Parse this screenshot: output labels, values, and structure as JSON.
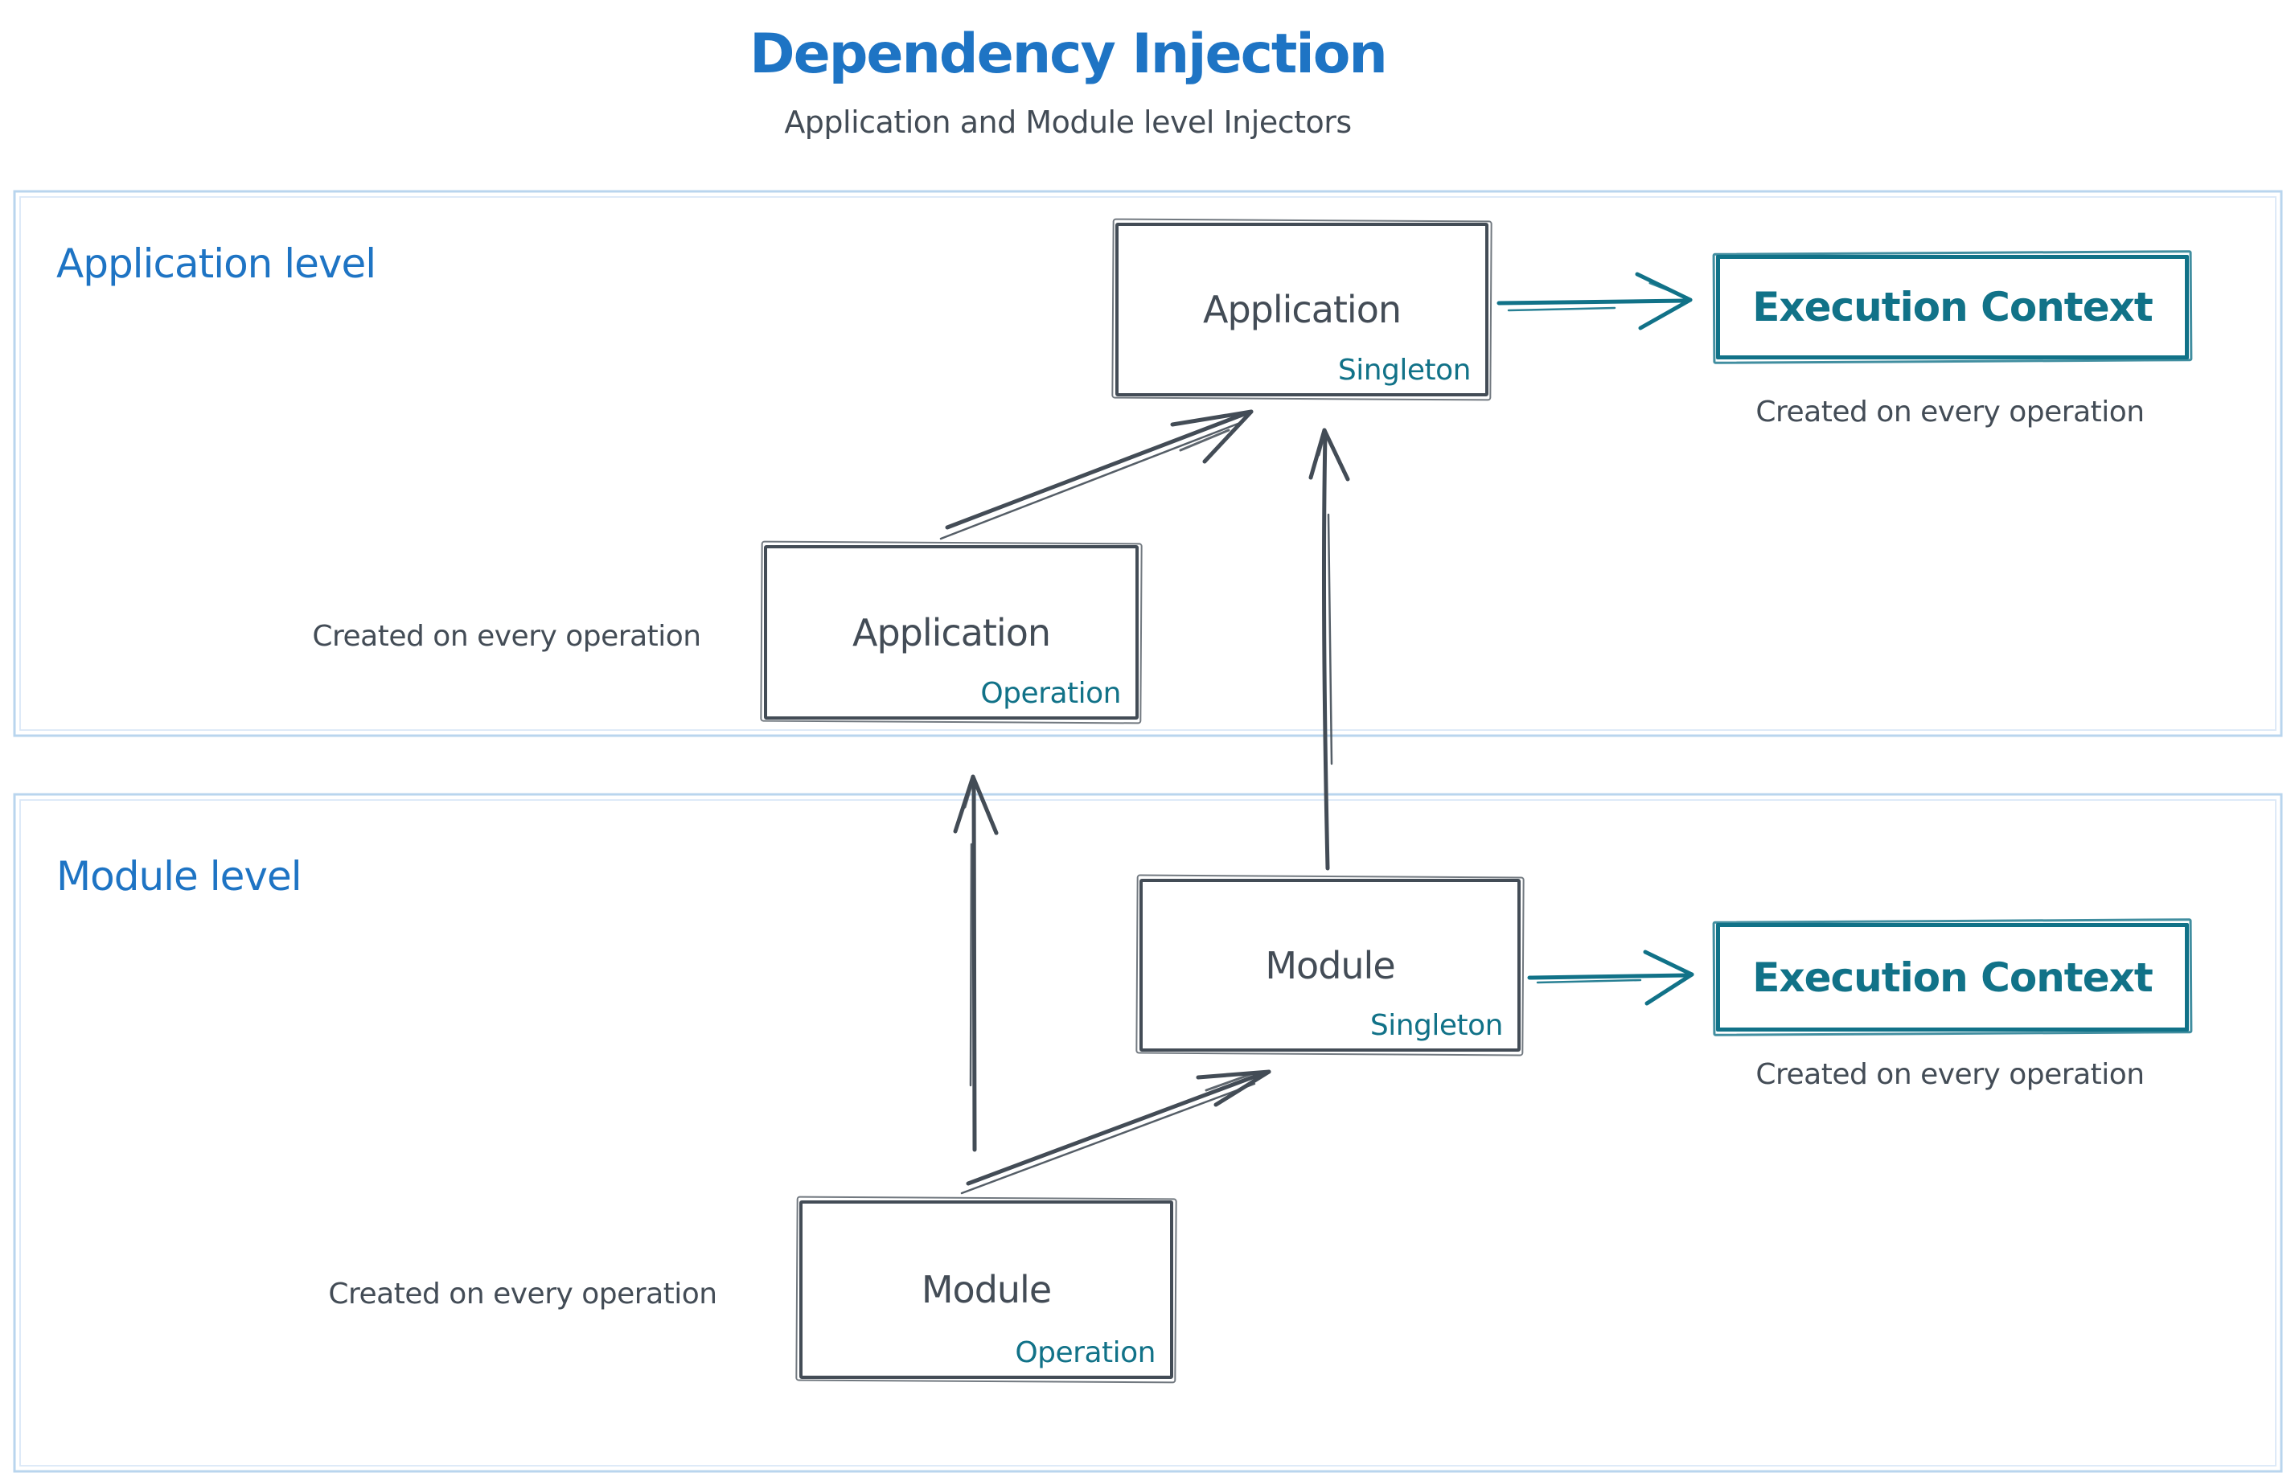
{
  "title": "Dependency Injection",
  "subtitle": "Application and Module level Injectors",
  "colors": {
    "title_blue": "#1e74c4",
    "stroke_dark": "#434c56",
    "accent_teal": "#117288",
    "container_border": "#b9d5ee",
    "container_border_light": "#dae8f7"
  },
  "application_level": {
    "label": "Application level",
    "singleton_box": {
      "name": "Application",
      "scope": "Singleton"
    },
    "operation_box": {
      "name": "Application",
      "scope": "Operation"
    },
    "operation_caption": "Created on every operation",
    "execution_box": {
      "label": "Execution Context"
    },
    "execution_caption": "Created on every operation"
  },
  "module_level": {
    "label": "Module level",
    "singleton_box": {
      "name": "Module",
      "scope": "Singleton"
    },
    "operation_box": {
      "name": "Module",
      "scope": "Operation"
    },
    "operation_caption": "Created on every operation",
    "execution_box": {
      "label": "Execution Context"
    },
    "execution_caption": "Created on every operation"
  },
  "arrows": [
    {
      "id": "app-operation-to-app-singleton",
      "style": "dark"
    },
    {
      "id": "module-singleton-to-app-singleton",
      "style": "dark"
    },
    {
      "id": "app-singleton-to-execution-context",
      "style": "teal"
    },
    {
      "id": "module-operation-to-app-operation",
      "style": "dark"
    },
    {
      "id": "module-operation-to-module-singleton",
      "style": "dark"
    },
    {
      "id": "module-singleton-to-execution-context",
      "style": "teal"
    }
  ]
}
